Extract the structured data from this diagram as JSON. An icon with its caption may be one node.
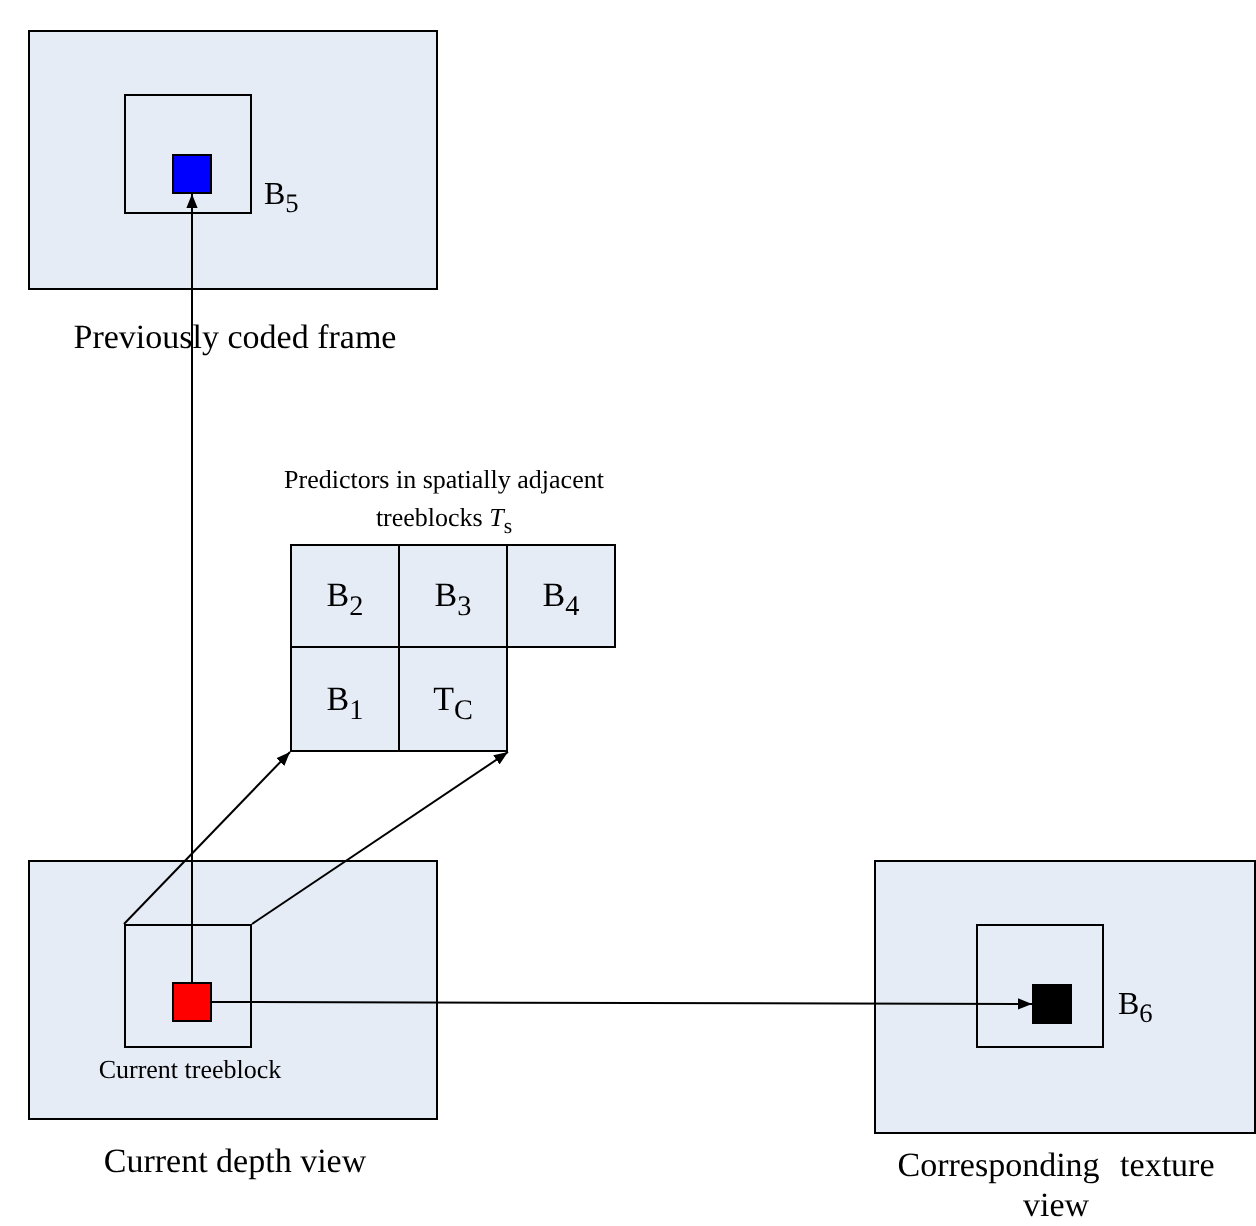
{
  "diagram": {
    "nodes": [
      {
        "text": [
          "Previously coded frame"
        ]
      },
      {
        "text": [],
        "shape": "box",
        "in": 0
      },
      {
        "text": [],
        "shape": "box",
        "in": 1,
        "beside": [
          "B$_{5}$"
        ]
      },
      {
        "text": [
          "B$_{2}$"
        ]
      },
      {
        "text": [
          "B$_{3}$"
        ]
      },
      {
        "text": [
          "B$_{4}$"
        ]
      },
      {
        "text": [
          "B$_{1}$"
        ]
      },
      {
        "text": [
          "T$_{C}$"
        ]
      },
      {
        "text": [
          "Current depth view"
        ]
      },
      {
        "text": [
          "Current treeblock"
        ],
        "in": 8
      },
      {
        "text": [],
        "shape": "box",
        "in": 9
      },
      {
        "text": [
          "Corresponding texture view"
        ]
      },
      {
        "text": [],
        "shape": "box",
        "in": 11
      },
      {
        "text": [],
        "shape": "box",
        "in": 12,
        "beside": [
          "B$_{6}$"
        ]
      }
    ],
    "edges": [
      {
        "from": 10,
        "to": 2,
        "arrow": "to"
      },
      {
        "from": 9,
        "to": 6,
        "arrow": "to"
      },
      {
        "from": 9,
        "to": 7,
        "arrow": "to"
      },
      {
        "from": 10,
        "to": 13,
        "arrow": "to"
      }
    ],
    "labels": [
      "Predictors in spatially adjacent treeblocks *T*$_{s}$"
    ]
  }
}
